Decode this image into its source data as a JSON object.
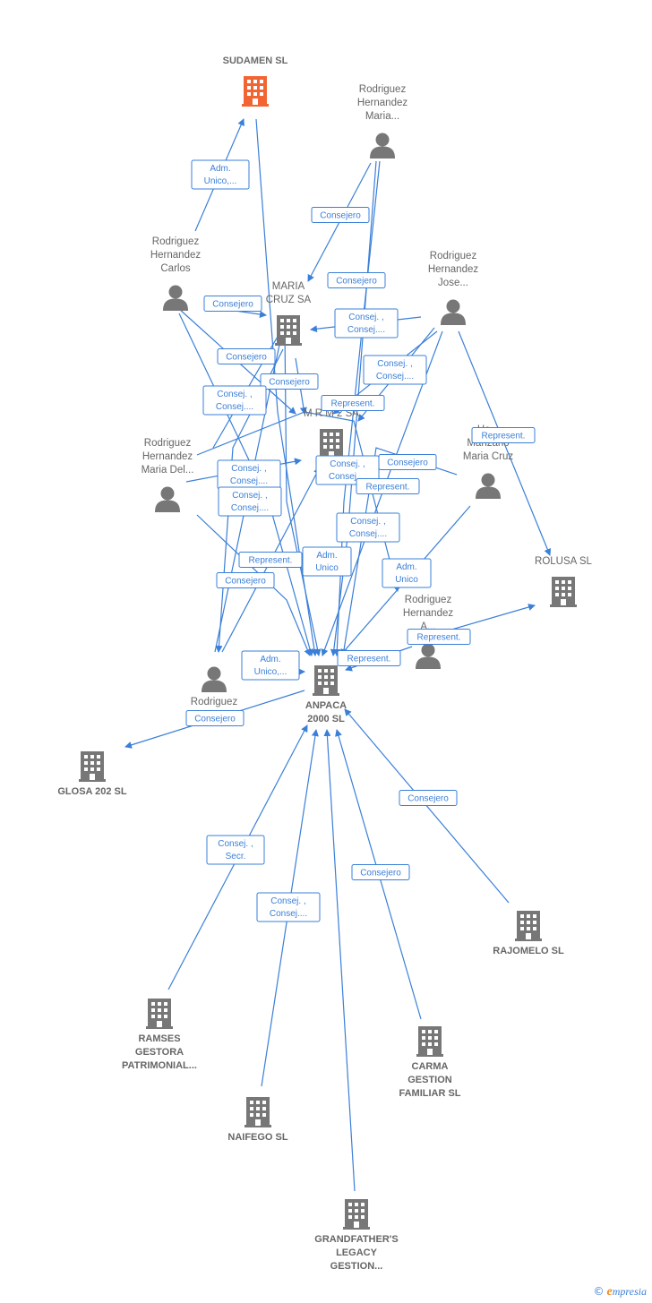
{
  "colors": {
    "edge": "#3a7fd8",
    "company": "#777777",
    "primary_company": "#f26533",
    "person": "#777777",
    "label": "#666666"
  },
  "nodes": [
    {
      "id": "sudamen",
      "type": "company",
      "primary": true,
      "icon": "building-icon",
      "label": [
        "SUDAMEN  SL"
      ]
    },
    {
      "id": "rhmaria",
      "type": "person",
      "icon": "person-icon",
      "label": [
        "Rodriguez",
        "Hernandez",
        "Maria..."
      ]
    },
    {
      "id": "rhcarlos",
      "type": "person",
      "icon": "person-icon",
      "label": [
        "Rodriguez",
        "Hernandez",
        "Carlos"
      ]
    },
    {
      "id": "rhjose",
      "type": "person",
      "icon": "person-icon",
      "label": [
        "Rodriguez",
        "Hernandez",
        "Jose..."
      ]
    },
    {
      "id": "mariacruz",
      "type": "company",
      "icon": "building-icon",
      "label": [
        "MARIA",
        "CRUZ SA"
      ]
    },
    {
      "id": "mrm2",
      "type": "company",
      "icon": "building-icon",
      "label": [
        "M R M 2 SA"
      ]
    },
    {
      "id": "rhmariadel",
      "type": "person",
      "icon": "person-icon",
      "label": [
        "Rodriguez",
        "Hernandez",
        "Maria Del..."
      ]
    },
    {
      "id": "hemanzano",
      "type": "person",
      "icon": "person-icon",
      "label": [
        "He...",
        "Manzano",
        "Maria Cruz"
      ]
    },
    {
      "id": "rolusa",
      "type": "company",
      "icon": "building-icon",
      "label": [
        "ROLUSA SL"
      ]
    },
    {
      "id": "rha",
      "type": "person",
      "icon": "person-icon",
      "label": [
        "Rodriguez",
        "Hernandez",
        "A..."
      ]
    },
    {
      "id": "anpaca",
      "type": "company",
      "icon": "building-icon",
      "label": [
        "ANPACA",
        "2000 SL"
      ]
    },
    {
      "id": "rhbottom",
      "type": "person",
      "icon": "person-icon",
      "label": [
        "Rodriguez",
        "H..."
      ]
    },
    {
      "id": "glosa",
      "type": "company",
      "icon": "building-icon",
      "label": [
        "GLOSA 202 SL"
      ]
    },
    {
      "id": "rajomelo",
      "type": "company",
      "icon": "building-icon",
      "label": [
        "RAJOMELO  SL"
      ]
    },
    {
      "id": "ramses",
      "type": "company",
      "icon": "building-icon",
      "label": [
        "RAMSES",
        "GESTORA",
        "PATRIMONIAL..."
      ]
    },
    {
      "id": "carma",
      "type": "company",
      "icon": "building-icon",
      "label": [
        "CARMA",
        "GESTION",
        "FAMILIAR  SL"
      ]
    },
    {
      "id": "naifego",
      "type": "company",
      "icon": "building-icon",
      "label": [
        "NAIFEGO  SL"
      ]
    },
    {
      "id": "grandfather",
      "type": "company",
      "icon": "building-icon",
      "label": [
        "GRANDFATHER'S",
        "LEGACY",
        "GESTION..."
      ]
    }
  ],
  "edge_labels": [
    [
      "Adm.",
      "Unico,..."
    ],
    [
      "Consejero"
    ],
    [
      "Consejero"
    ],
    [
      "Consejero"
    ],
    [
      "Consej. ,",
      "Consej...."
    ],
    [
      "Consej. ,",
      "Consej...."
    ],
    [
      "Consejero"
    ],
    [
      "Consejero"
    ],
    [
      "Consej. ,",
      "Consej...."
    ],
    [
      "Represent."
    ],
    [
      "Represent."
    ],
    [
      "Consej. ,",
      "Consej...."
    ],
    [
      "Consejero"
    ],
    [
      "Consej. ,",
      "Consej...."
    ],
    [
      "Represent."
    ],
    [
      "Consej. ,",
      "Consej...."
    ],
    [
      "Consej. ,",
      "Consej...."
    ],
    [
      "Adm.",
      "Unico"
    ],
    [
      "Represent."
    ],
    [
      "Consejero"
    ],
    [
      "Adm.",
      "Unico"
    ],
    [
      "Represent."
    ],
    [
      "Represent."
    ],
    [
      "Adm.",
      "Unico,..."
    ],
    [
      "Consejero"
    ],
    [
      "Consejero"
    ],
    [
      "Consej. ,",
      "Secr."
    ],
    [
      "Consej. ,",
      "Consej...."
    ],
    [
      "Consejero"
    ]
  ],
  "footer": {
    "copyright": "©",
    "brand_initial": "e",
    "brand_rest": "mpresia"
  }
}
